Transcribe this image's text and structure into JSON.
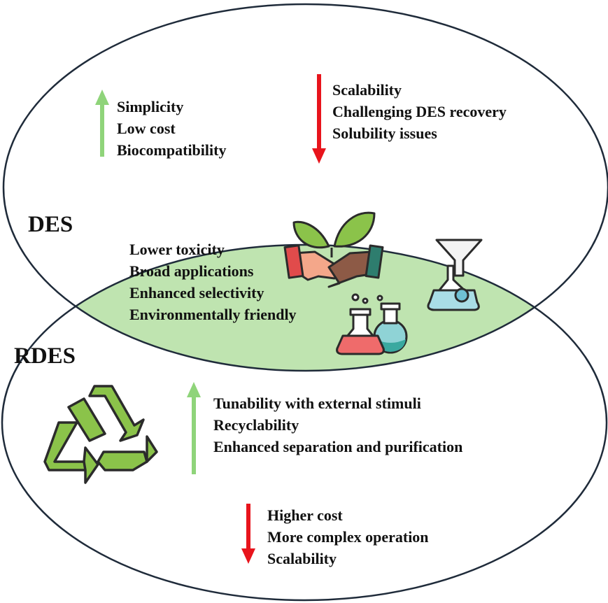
{
  "labels": {
    "top": "DES",
    "bottom": "RDES"
  },
  "colors": {
    "overlap_fill": "#bfe4b0",
    "circle_stroke": "#1f2b3a",
    "up_arrow": "#8fd47a",
    "down_arrow": "#e8141c",
    "text": "#111111"
  },
  "des_advantages": [
    "Simplicity",
    "Low cost",
    "Biocompatibility"
  ],
  "des_disadvantages": [
    "Scalability",
    "Challenging DES recovery",
    "Solubility issues"
  ],
  "shared": [
    "Lower toxicity",
    "Broad applications",
    "Enhanced selectivity",
    "Environmentally friendly"
  ],
  "rdes_advantages": [
    "Tunability with external stimuli",
    "Recyclability",
    "Enhanced separation and purification"
  ],
  "rdes_disadvantages": [
    "Higher cost",
    "More complex operation",
    "Scalability"
  ],
  "icons": [
    "handshake-leaves-icon",
    "flasks-icon",
    "funnel-flask-icon",
    "recycle-icon"
  ]
}
